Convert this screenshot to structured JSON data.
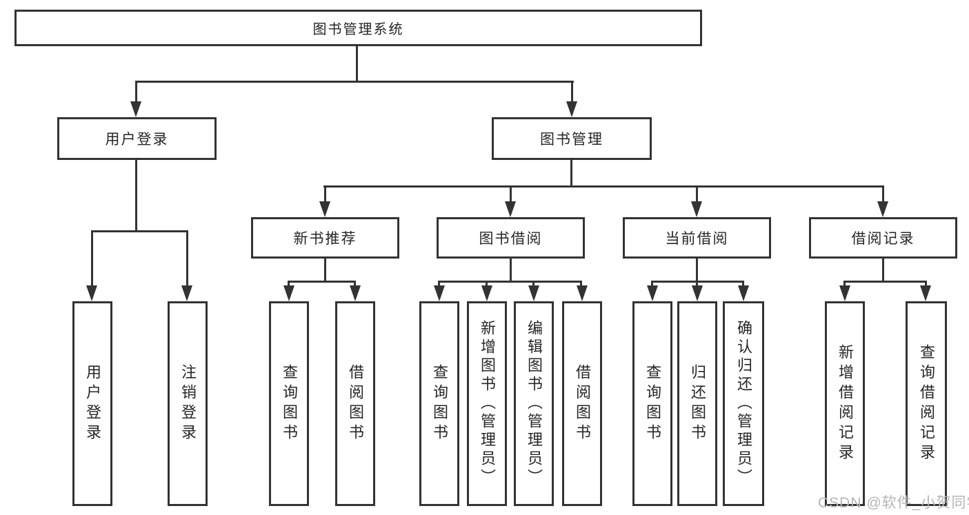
{
  "diagram": {
    "root": {
      "label": "图书管理系统"
    },
    "level1": [
      {
        "label": "用户登录"
      },
      {
        "label": "图书管理"
      }
    ],
    "level2": [
      {
        "label": "新书推荐"
      },
      {
        "label": "图书借阅"
      },
      {
        "label": "当前借阅"
      },
      {
        "label": "借阅记录"
      }
    ],
    "leaves": {
      "login": [
        {
          "label": "用户登录"
        },
        {
          "label": "注销登录"
        }
      ],
      "recommend": [
        {
          "label": "查询图书"
        },
        {
          "label": "借阅图书"
        }
      ],
      "borrow": [
        {
          "label": "查询图书"
        },
        {
          "label": "新增图书（管理员）"
        },
        {
          "label": "编辑图书（管理员）"
        },
        {
          "label": "借阅图书"
        }
      ],
      "current": [
        {
          "label": "查询图书"
        },
        {
          "label": "归还图书"
        },
        {
          "label": "确认归还（管理员）"
        }
      ],
      "records": [
        {
          "label": "新增借阅记录"
        },
        {
          "label": "查询借阅记录"
        }
      ]
    }
  },
  "watermark": {
    "text": "CSDN @软件_小贺同学"
  },
  "colors": {
    "stroke": "#333333",
    "text": "#262626",
    "watermark": "#b5b5b5",
    "background": "#ffffff"
  }
}
